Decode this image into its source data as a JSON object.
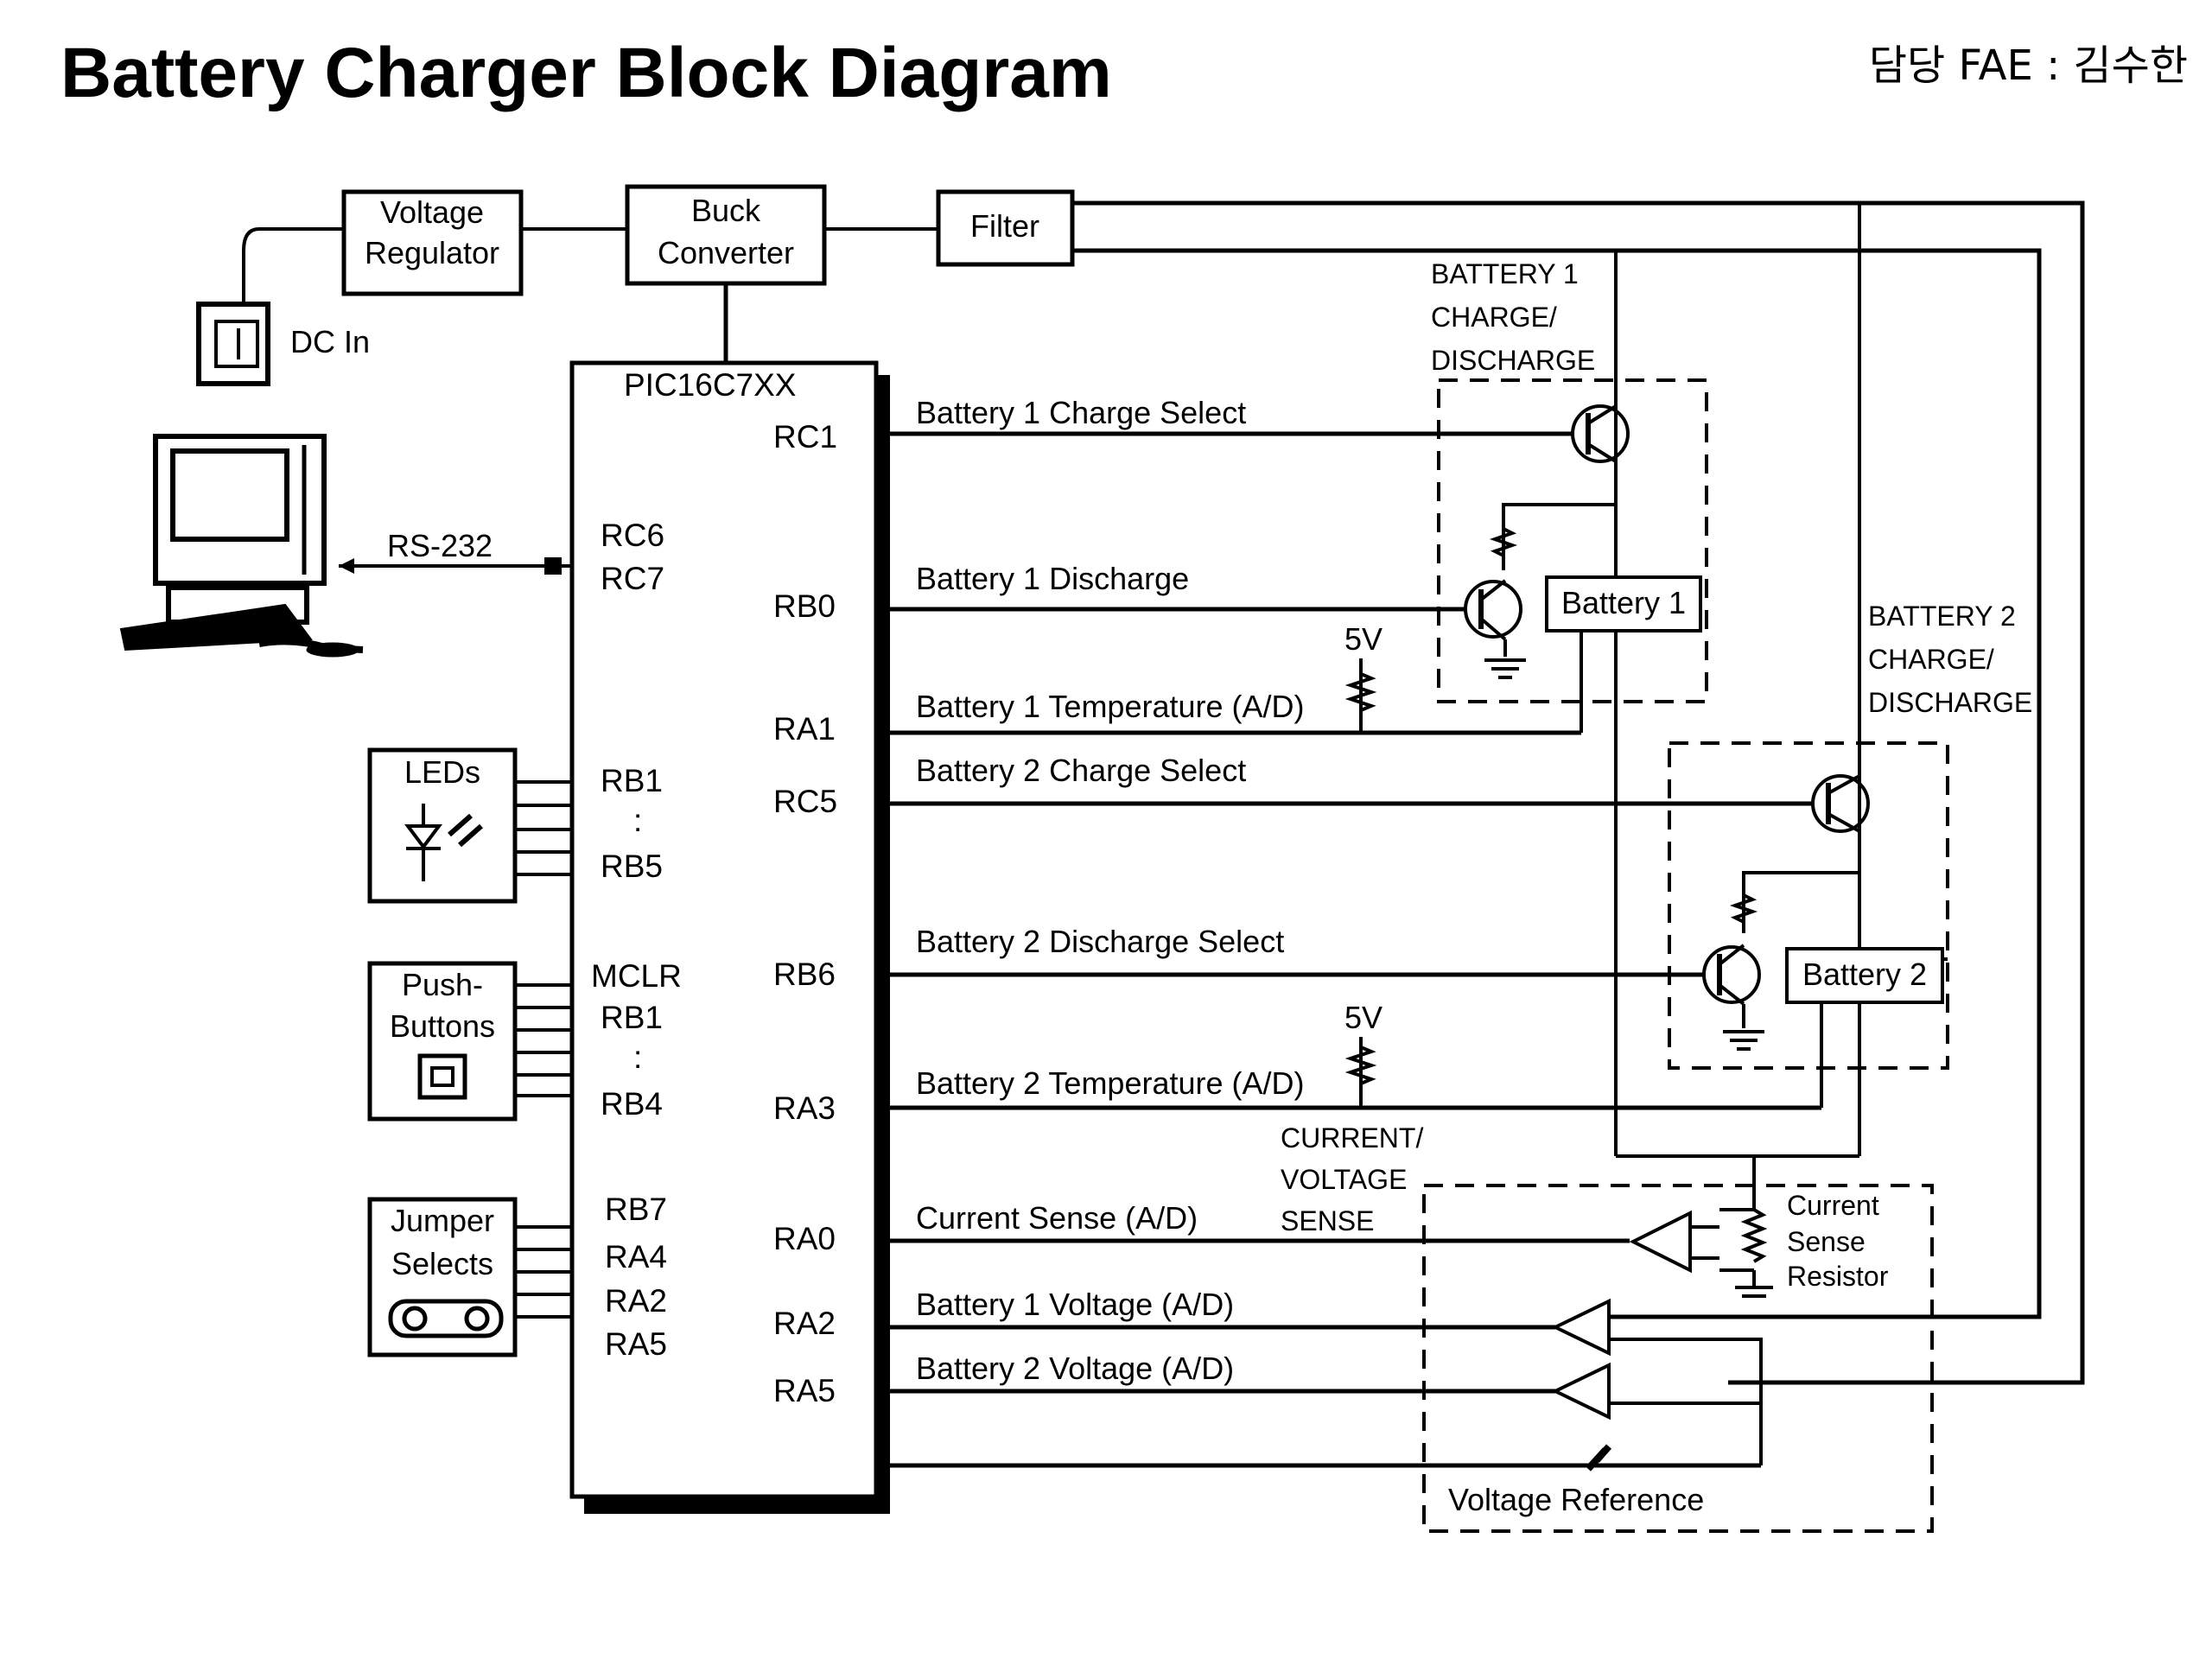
{
  "title": "Battery Charger Block Diagram",
  "author": {
    "label": "담당 FAE : 김수한"
  },
  "blocks": {
    "voltage_regulator": [
      "Voltage",
      "Regulator"
    ],
    "buck_converter": [
      "Buck",
      "Converter"
    ],
    "filter": "Filter",
    "dc_in": "DC In",
    "mcu": "PIC16C7XX",
    "leds": "LEDs",
    "push_buttons": [
      "Push-",
      "Buttons"
    ],
    "jumper_selects": [
      "Jumper",
      "Selects"
    ],
    "battery1": "Battery 1",
    "battery2": "Battery 2"
  },
  "links": {
    "rs232": "RS-232"
  },
  "pins_left": {
    "rc6": "RC6",
    "rc7": "RC7",
    "rb1a": "RB1",
    "dots1": ":",
    "rb5": "RB5",
    "mclr": "MCLR",
    "rb1b": "RB1",
    "dots2": ":",
    "rb4": "RB4",
    "rb7": "RB7",
    "ra4": "RA4",
    "ra2": "RA2",
    "ra5": "RA5"
  },
  "pins_right": {
    "rc1": "RC1",
    "rb0": "RB0",
    "ra1": "RA1",
    "rc5": "RC5",
    "rb6": "RB6",
    "ra3": "RA3",
    "ra0": "RA0",
    "ra2": "RA2",
    "ra5": "RA5"
  },
  "signals": {
    "b1_charge": "Battery 1 Charge Select",
    "b1_discharge": "Battery 1 Discharge",
    "b1_temp": "Battery 1 Temperature (A/D)",
    "b2_charge": "Battery 2 Charge Select",
    "b2_discharge": "Battery 2 Discharge Select",
    "b2_temp": "Battery 2 Temperature (A/D)",
    "current_sense": "Current Sense (A/D)",
    "b1_voltage": "Battery 1 Voltage (A/D)",
    "b2_voltage": "Battery 2 Voltage (A/D)"
  },
  "sections": {
    "bat1_cd": [
      "BATTERY 1",
      "CHARGE/",
      "DISCHARGE"
    ],
    "bat2_cd": [
      "BATTERY 2",
      "CHARGE/",
      "DISCHARGE"
    ],
    "cv_sense": [
      "CURRENT/",
      "VOLTAGE",
      "SENSE"
    ]
  },
  "supply": {
    "v1": "5V",
    "v2": "5V"
  },
  "sense_resistor": [
    "Current",
    "Sense",
    "Resistor"
  ],
  "voltage_reference": "Voltage Reference"
}
